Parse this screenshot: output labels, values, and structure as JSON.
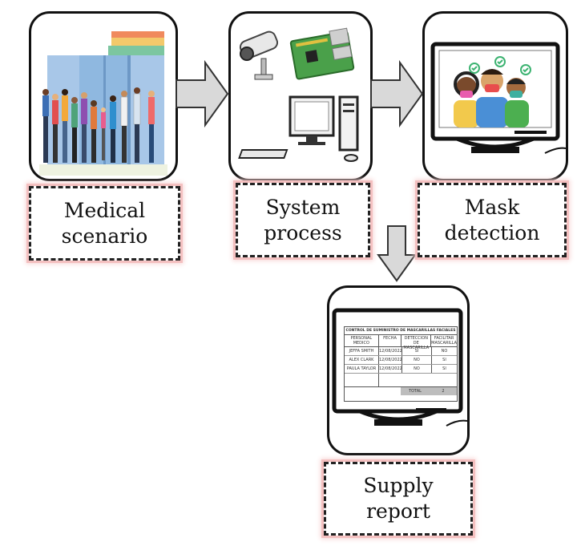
{
  "steps": {
    "medical": {
      "label": "Medical\nscenario"
    },
    "system": {
      "label": "System\nprocess"
    },
    "mask": {
      "label": "Mask\ndetection"
    },
    "report": {
      "label": "Supply\nreport"
    }
  },
  "report_table": {
    "title": "CONTROL DE SUMINISTRO DE MASCARILLAS FACIALES",
    "headers": [
      "PERSONAL MEDICO",
      "FECHA",
      "DETECCION DE MASCARILLA",
      "FACILITAR MASCARILLA"
    ],
    "rows": [
      [
        "JEFFA SMITH",
        "12/08/2022",
        "SI",
        "NO"
      ],
      [
        "ALEX CLARK",
        "12/08/2022",
        "NO",
        "SI"
      ],
      [
        "PAULA TAYLOR",
        "12/08/2022",
        "NO",
        "SI"
      ]
    ],
    "total_label": "TOTAL",
    "total_value": "2"
  },
  "colors": {
    "border": "#111111",
    "arrow_fill": "#d9d9d9",
    "label_glow": "#f4c0c0"
  }
}
